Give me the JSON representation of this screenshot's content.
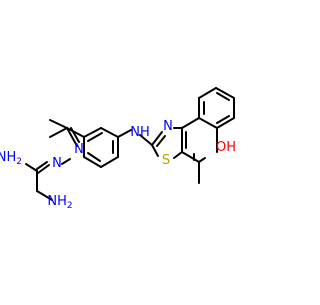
{
  "molecule": {
    "atom_labels": {
      "nh_amine": "NH",
      "n_thiazole": "N",
      "s_thiazole": "S",
      "oh": "OH",
      "n_hydrazone1": "N",
      "n_hydrazone2": "N",
      "nh2_top": "NH",
      "nh2_top_sub": "2",
      "nh2_bottom": "NH",
      "nh2_bottom_sub": "2"
    },
    "colors": {
      "bond": "#000000",
      "nitrogen": "#0000ff",
      "sulfur": "#b8a400",
      "oxygen": "#ff0000"
    }
  }
}
